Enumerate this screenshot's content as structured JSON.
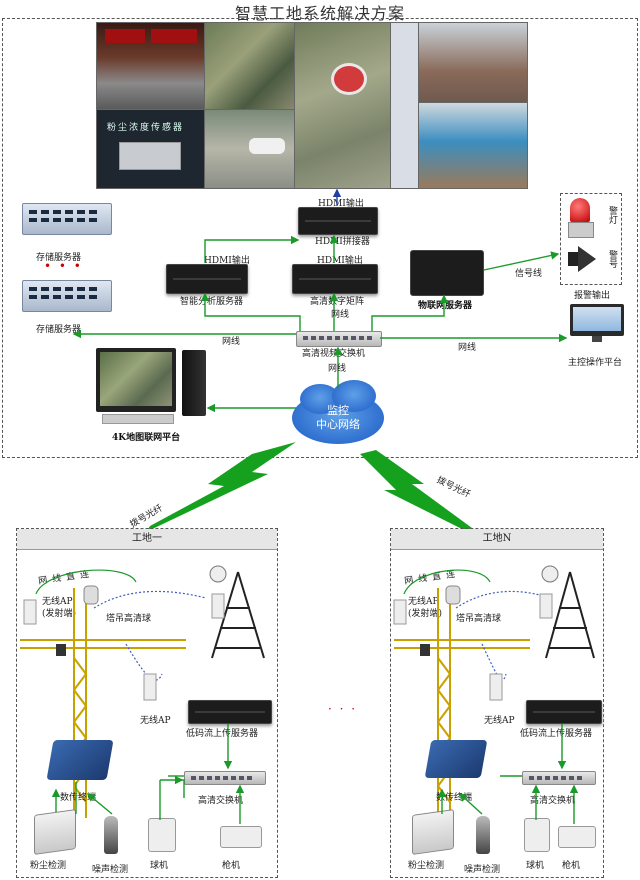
{
  "title": "智慧工地系统解决方案",
  "monitor_wall": {
    "sensor_sign": "粉尘浓度传感器"
  },
  "center": {
    "storage_server_label": "存储服务器",
    "hdmi_splicer_label": "HDMI拼接器",
    "hdmi_out": "HDMI输出",
    "analysis_server_label": "智能分析服务器",
    "matrix_label": "高清数字矩阵",
    "iot_server_label": "物联网服务器",
    "switch_label": "高清视频交换机",
    "wire": "网线",
    "signal_wire": "信号线",
    "alarm_output": "报警输出",
    "alarm_light": "警灯",
    "alarm_horn": "警号",
    "console_label": "主控操作平台",
    "map_platform_label": "4K地图联网平台",
    "cloud_line1": "监控",
    "cloud_line2": "中心网络",
    "ellipsis": "• • •"
  },
  "links": {
    "fiber": "拨号光纤"
  },
  "sites": [
    {
      "name": "工地一",
      "wire_direct": "网线直连",
      "ap_tx_line1": "无线AP",
      "ap_tx_line2": "(发射端)",
      "tower_cam": "塔吊高清球",
      "ap_label": "无线AP",
      "upload_server": "低码流上传服务器",
      "dtu": "数传终端",
      "hd_switch": "高清交换机",
      "dust": "粉尘检测",
      "noise": "噪声检测",
      "ball_cam": "球机",
      "gun_cam": "枪机"
    },
    {
      "name": "工地N",
      "wire_direct": "网线直连",
      "ap_tx_line1": "无线AP",
      "ap_tx_line2": "(发射端)",
      "tower_cam": "塔吊高清球",
      "ap_label": "无线AP",
      "upload_server": "低码流上传服务器",
      "dtu": "数传终端",
      "hd_switch": "高清交换机",
      "dust": "粉尘检测",
      "noise": "噪声检测",
      "ball_cam": "球机",
      "gun_cam": "枪机"
    }
  ],
  "middle_ellipsis": "· · ·",
  "colors": {
    "link": "#1a9a2a",
    "fiber_bolt": "#15a01e",
    "cloud": "#2f6fcf",
    "dash": "#555555"
  }
}
